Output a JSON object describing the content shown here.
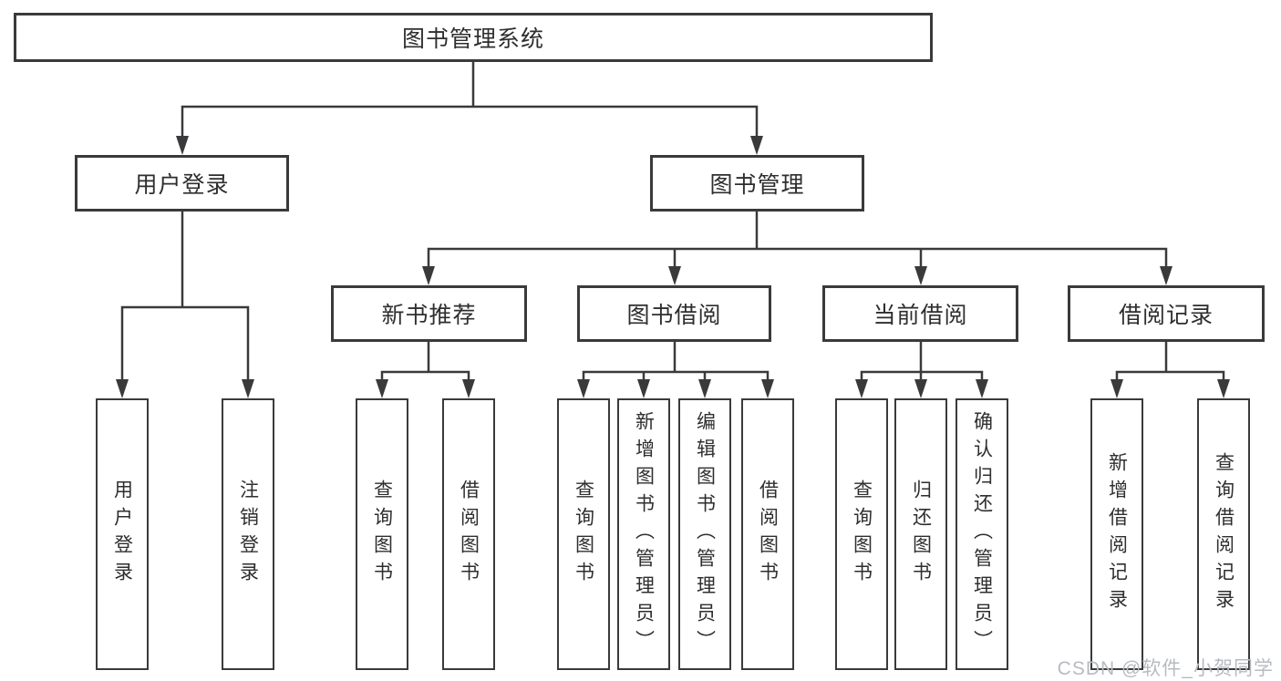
{
  "diagram": {
    "root": {
      "label": "图书管理系统"
    },
    "level2": [
      {
        "id": "user-login",
        "label": "用户登录",
        "parent": "图书管理系统"
      },
      {
        "id": "book-management",
        "label": "图书管理",
        "parent": "图书管理系统"
      }
    ],
    "level3": [
      {
        "id": "new-book-recommendation",
        "label": "新书推荐",
        "parent": "图书管理"
      },
      {
        "id": "book-borrowing",
        "label": "图书借阅",
        "parent": "图书管理"
      },
      {
        "id": "current-borrowing",
        "label": "当前借阅",
        "parent": "图书管理"
      },
      {
        "id": "borrowing-records",
        "label": "借阅记录",
        "parent": "图书管理"
      }
    ],
    "leaves": [
      {
        "label": "用户登录",
        "parent": "用户登录"
      },
      {
        "label": "注销登录",
        "parent": "用户登录"
      },
      {
        "label": "查询图书",
        "parent": "新书推荐"
      },
      {
        "label": "借阅图书",
        "parent": "新书推荐"
      },
      {
        "label": "查询图书",
        "parent": "图书借阅"
      },
      {
        "label": "新增图书（管理员）",
        "parent": "图书借阅"
      },
      {
        "label": "编辑图书（管理员）",
        "parent": "图书借阅"
      },
      {
        "label": "借阅图书",
        "parent": "图书借阅"
      },
      {
        "label": "查询图书",
        "parent": "当前借阅"
      },
      {
        "label": "归还图书",
        "parent": "当前借阅"
      },
      {
        "label": "确认归还（管理员）",
        "parent": "当前借阅"
      },
      {
        "label": "新增借阅记录",
        "parent": "借阅记录"
      },
      {
        "label": "查询借阅记录",
        "parent": "借阅记录"
      }
    ]
  },
  "watermark": {
    "text": "CSDN @软件_小贺同学",
    "color": "#b7bbc0"
  },
  "colors": {
    "line": "#3a3a3c",
    "box_border": "#3a3a3c",
    "text": "#2e2e30",
    "background": "#ffffff"
  }
}
